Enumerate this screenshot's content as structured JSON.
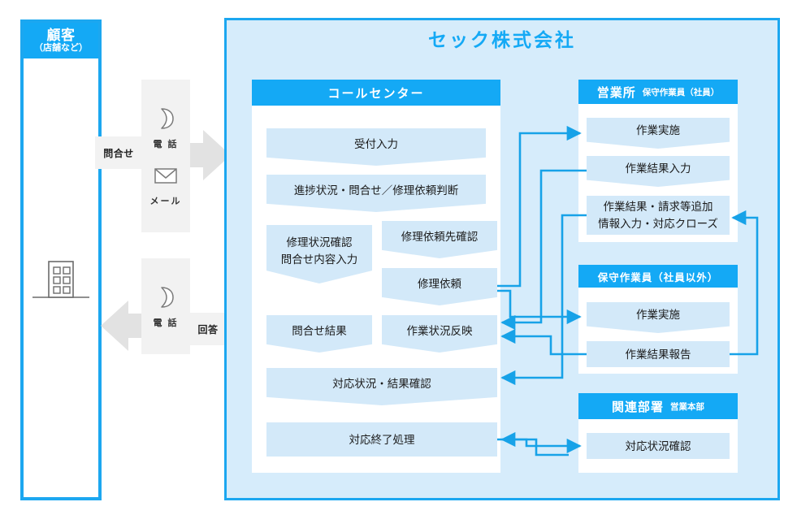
{
  "customer": {
    "title_main": "顧客",
    "title_sub": "（店舗など）",
    "icon": "building-icon"
  },
  "channels": {
    "upper": [
      {
        "icon": "phone-icon",
        "label": "電 話"
      },
      {
        "icon": "mail-icon",
        "label": "メール"
      }
    ],
    "lower": [
      {
        "icon": "phone-icon",
        "label": "電 話"
      }
    ],
    "inquiry_label": "問合せ",
    "answer_label": "回答"
  },
  "company": {
    "title": "セック株式会社",
    "accent": "#14a9f5",
    "panel_bg": "#d6ecfb",
    "step_bg": "#d3e9f9"
  },
  "call_center": {
    "header": "コールセンター",
    "steps_full": [
      {
        "text": "受付入力",
        "shape": "chevron"
      },
      {
        "text": "進捗状況・問合せ／修理依頼判断",
        "shape": "chevron"
      }
    ],
    "steps_left": [
      {
        "text_line1": "修理状況確認",
        "text_line2": "問合せ内容入力",
        "shape": "chevron"
      },
      {
        "text": "問合せ結果",
        "shape": "chevron"
      }
    ],
    "steps_right": [
      {
        "text": "修理依頼先確認",
        "shape": "chevron"
      },
      {
        "text": "修理依頼",
        "shape": "chevron"
      },
      {
        "text": "作業状況反映",
        "shape": "chevron"
      }
    ],
    "steps_bottom": [
      {
        "text": "対応状況・結果確認",
        "shape": "chevron"
      },
      {
        "text": "対応終了処理",
        "shape": "rect"
      }
    ]
  },
  "office": {
    "header_main": "営業所",
    "header_sub": "保守作業員（社員）",
    "steps": [
      {
        "text": "作業実施",
        "shape": "chevron"
      },
      {
        "text": "作業結果入力",
        "shape": "chevron"
      },
      {
        "text_line1": "作業結果・請求等追加",
        "text_line2": "情報入力・対応クローズ",
        "shape": "rect"
      }
    ]
  },
  "external_staff": {
    "header_main": "保守作業員（社員以外）",
    "steps": [
      {
        "text": "作業実施",
        "shape": "chevron"
      },
      {
        "text": "作業結果報告",
        "shape": "rect"
      }
    ]
  },
  "related_dept": {
    "header_main": "関連部署",
    "header_sub": "営業本部",
    "steps": [
      {
        "text": "対応状況確認",
        "shape": "rect"
      }
    ]
  }
}
